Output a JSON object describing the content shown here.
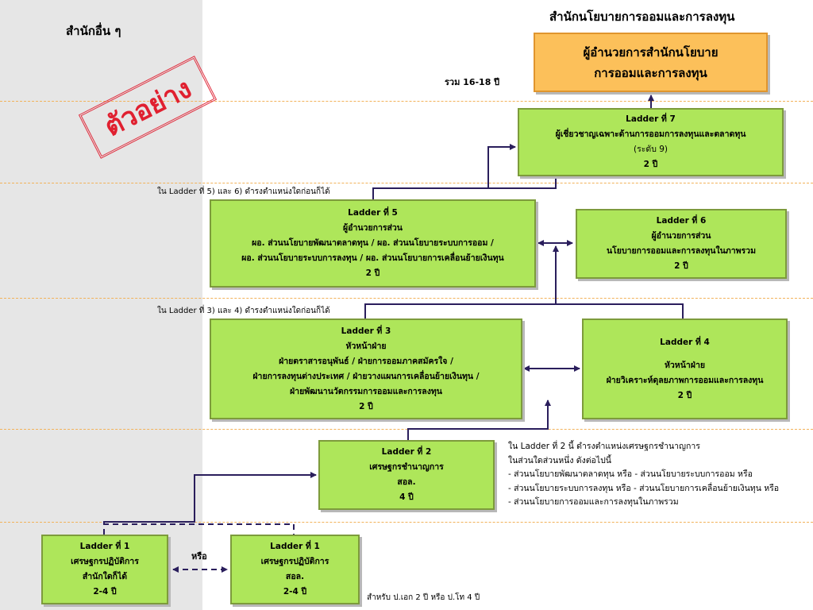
{
  "headers": {
    "left_title": "สำนักอื่น ๆ",
    "right_title": "สำนักนโยบายการออมและการลงทุน"
  },
  "stamp_text": "ตัวอย่าง",
  "total_label": "รวม  16-18  ปี",
  "director": {
    "line1": "ผู้อำนวยการสำนักนโยบาย",
    "line2": "การออมและการลงทุน"
  },
  "ladder7": {
    "title": "Ladder ที่ 7",
    "line1": "ผู้เชี่ยวชาญเฉพาะด้านการออมการลงทุนและตลาดทุน",
    "line2": "(ระดับ 9)",
    "years": "2 ปี"
  },
  "ladder5": {
    "title": "Ladder ที่ 5",
    "line1": "ผู้อำนวยการส่วน",
    "line2": "ผอ. ส่วนนโยบายพัฒนาตลาดทุน /  ผอ. ส่วนนโยบายระบบการออม /",
    "line3": "ผอ. ส่วนนโยบายระบบการลงทุน  / ผอ. ส่วนนโยบายการเคลื่อนย้ายเงินทุน",
    "years": "2 ปี"
  },
  "ladder6": {
    "title": "Ladder ที่ 6",
    "line1": "ผู้อำนวยการส่วน",
    "line2": "นโยบายการออมและการลงทุนในภาพรวม",
    "years": "2 ปี"
  },
  "ladder3": {
    "title": "Ladder ที่ 3",
    "line1": "หัวหน้าฝ่าย",
    "line2": "ฝ่ายตราสารอนุพันธ์  /  ฝ่ายการออมภาคสมัครใจ /",
    "line3": "ฝ่ายการลงทุนต่างประเทศ / ฝ่ายวางแผนการเคลื่อนย้ายเงินทุน /",
    "line4": "ฝ่ายพัฒนานวัตกรรมการออมและการลงทุน",
    "years": "2 ปี"
  },
  "ladder4": {
    "title": "Ladder ที่ 4",
    "line1": "หัวหน้าฝ่าย",
    "line2": "ฝ่ายวิเคราะห์ดุลยภาพการออมและการลงทุน",
    "years": "2 ปี"
  },
  "ladder2": {
    "title": "Ladder ที่ 2",
    "line1": "เศรษฐกรชำนาญการ",
    "line2": "สอล.",
    "years": "4 ปี"
  },
  "ladder1a": {
    "title": "Ladder ที่ 1",
    "line1": "เศรษฐกรปฏิบัติการ",
    "line2": "สำนักใดก็ได้",
    "years": "2-4 ปี"
  },
  "ladder1b": {
    "title": "Ladder ที่ 1",
    "line1": "เศรษฐกรปฏิบัติการ",
    "line2": "สอล.",
    "years": "2-4 ปี"
  },
  "labels": {
    "ladder56_note": "ใน Ladder ที่ 5) และ 6) ดำรงตำแหน่งใดก่อนก็ได้",
    "ladder34_note": "ใน Ladder ที่ 3) และ 4) ดำรงตำแหน่งใดก่อนก็ได้",
    "or_label": "หรือ",
    "degree_note": "สำหรับ ป.เอก 2 ปี หรือ ป.โท 4 ปี"
  },
  "ladder2_note": {
    "line1": "ใน Ladder ที่ 2 นี้ ดำรงตำแหน่งเศรษฐกรชำนาญการ",
    "line2": "ในส่วนใดส่วนหนึ่ง ดังต่อไปนี้",
    "line3": "- ส่วนนโยบายพัฒนาตลาดทุน หรือ - ส่วนนโยบายระบบการออม หรือ",
    "line4": "- ส่วนนโยบายระบบการลงทุน หรือ - ส่วนนโยบายการเคลื่อนย้ายเงินทุน หรือ",
    "line5": "- ส่วนนโยบายการออมและการลงทุนในภาพรวม"
  },
  "colors": {
    "box_fill": "#aee65a",
    "director_fill": "#fcc05a",
    "connector": "#2a1e5c",
    "stamp": "#e02030",
    "separator": "#f2b25a"
  }
}
